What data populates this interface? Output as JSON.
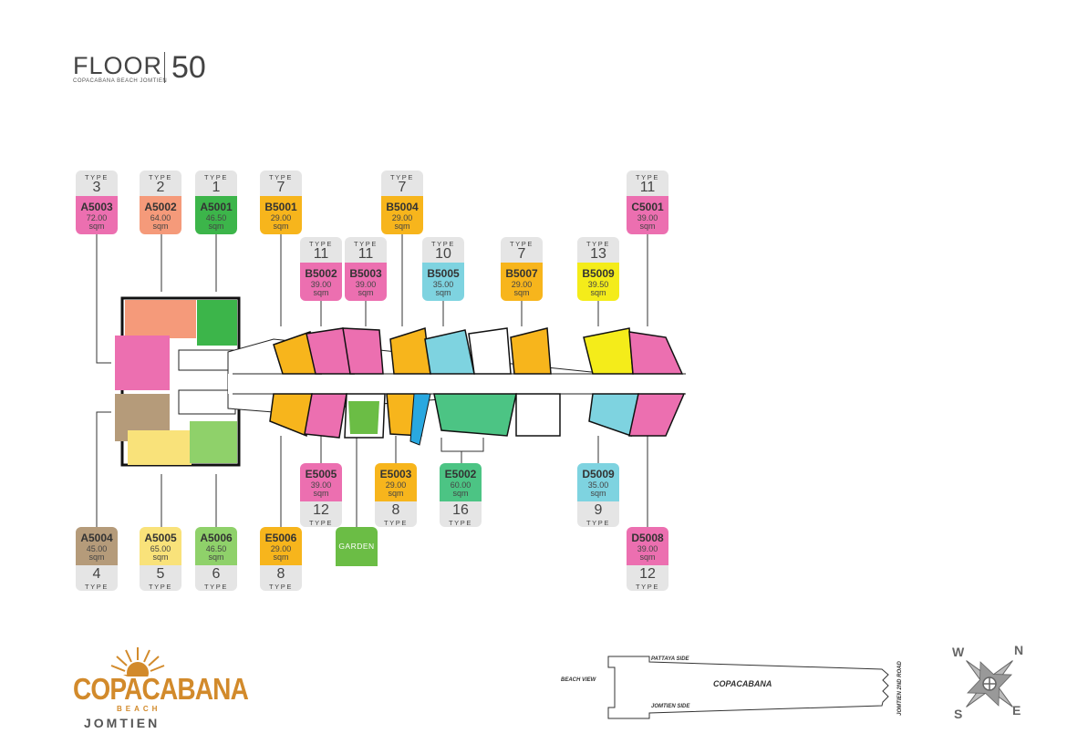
{
  "header": {
    "floor_word": "FLOOR",
    "floor_number": "50",
    "subtitle": "COPACABANA BEACH JOMTIEN"
  },
  "type_word": "TYPE",
  "units_top": [
    {
      "type": "3",
      "code": "A5003",
      "area": "72.00",
      "unit": "sqm",
      "color": "#ec6fb0"
    },
    {
      "type": "2",
      "code": "A5002",
      "area": "64.00",
      "unit": "sqm",
      "color": "#f59a7a"
    },
    {
      "type": "1",
      "code": "A5001",
      "area": "46.50",
      "unit": "sqm",
      "color": "#3cb54a"
    },
    {
      "type": "7",
      "code": "B5001",
      "area": "29.00",
      "unit": "sqm",
      "color": "#f7b51c"
    },
    {
      "type": "11",
      "code": "B5002",
      "area": "39.00",
      "unit": "sqm",
      "color": "#ec6fb0"
    },
    {
      "type": "11",
      "code": "B5003",
      "area": "39.00",
      "unit": "sqm",
      "color": "#ec6fb0"
    },
    {
      "type": "7",
      "code": "B5004",
      "area": "29.00",
      "unit": "sqm",
      "color": "#f7b51c"
    },
    {
      "type": "10",
      "code": "B5005",
      "area": "35.00",
      "unit": "sqm",
      "color": "#7ed3e0"
    },
    {
      "type": "7",
      "code": "B5007",
      "area": "29.00",
      "unit": "sqm",
      "color": "#f7b51c"
    },
    {
      "type": "13",
      "code": "B5009",
      "area": "39.50",
      "unit": "sqm",
      "color": "#f4ec1a"
    },
    {
      "type": "11",
      "code": "C5001",
      "area": "39.00",
      "unit": "sqm",
      "color": "#ec6fb0"
    }
  ],
  "units_bottom": [
    {
      "type": "12",
      "code": "E5005",
      "area": "39.00",
      "unit": "sqm",
      "color": "#ec6fb0"
    },
    {
      "type": "8",
      "code": "E5003",
      "area": "29.00",
      "unit": "sqm",
      "color": "#f7b51c"
    },
    {
      "type": "16",
      "code": "E5002",
      "area": "60.00",
      "unit": "sqm",
      "color": "#4cc484"
    },
    {
      "type": "9",
      "code": "D5009",
      "area": "35.00",
      "unit": "sqm",
      "color": "#7ed3e0"
    },
    {
      "type": "4",
      "code": "A5004",
      "area": "45.00",
      "unit": "sqm",
      "color": "#b59b7a"
    },
    {
      "type": "5",
      "code": "A5005",
      "area": "65.00",
      "unit": "sqm",
      "color": "#f9e27a"
    },
    {
      "type": "6",
      "code": "A5006",
      "area": "46.50",
      "unit": "sqm",
      "color": "#8fd16a"
    },
    {
      "type": "8",
      "code": "E5006",
      "area": "29.00",
      "unit": "sqm",
      "color": "#f7b51c"
    },
    {
      "type": "12",
      "code": "D5008",
      "area": "39.00",
      "unit": "sqm",
      "color": "#ec6fb0"
    }
  ],
  "garden_label": "GARDEN",
  "logo": {
    "line1": "COPACABANA",
    "line2": "BEACH",
    "line3": "JOMTIEN"
  },
  "keyplan": {
    "name": "COPACABANA",
    "beach_view": "BEACH VIEW",
    "pattaya_side": "PATTAYA SIDE",
    "jomtien_side": "JOMTIEN SIDE",
    "road": "JOMTIEN 2ND ROAD"
  },
  "compass": {
    "n": "N",
    "e": "E",
    "s": "S",
    "w": "W"
  }
}
